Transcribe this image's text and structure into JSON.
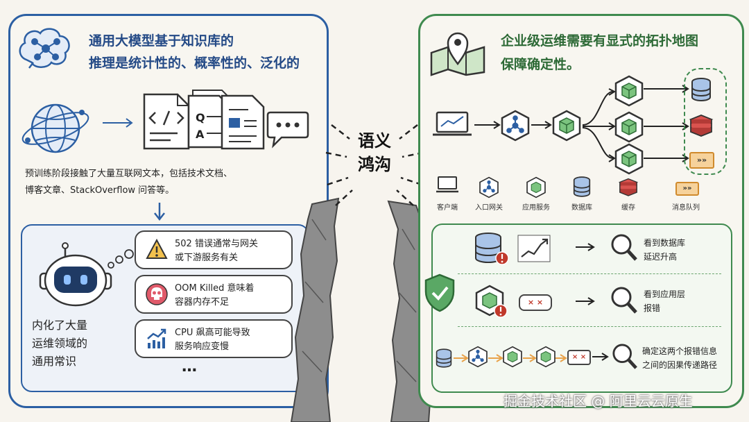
{
  "gap": {
    "title_line1": "语义",
    "title_line2": "鸿沟"
  },
  "left": {
    "title_line1": "通用大模型基于知识库的",
    "title_line2": "推理是统计性的、概率性的、泛化的",
    "pretrain_line1": "预训练阶段接触了大量互联网文本，包括技术文档、",
    "pretrain_line2": "博客文章、StackOverflow 问答等。",
    "doc_q": "Q",
    "doc_a": "A",
    "knowledge_line1": "内化了大量",
    "knowledge_line2": "运维领域的",
    "knowledge_line3": "通用常识",
    "bubbles": [
      {
        "line1": "502 错误通常与网关",
        "line2": "或下游服务有关"
      },
      {
        "line1": "OOM Killed 意味着",
        "line2": "容器内存不足"
      },
      {
        "line1": "CPU 飙高可能导致",
        "line2": "服务响应变慢"
      }
    ],
    "ellipsis": "…"
  },
  "right": {
    "title_line1": "企业级运维需要有显式的拓扑地图",
    "title_line2": "保障确定性。",
    "legend": [
      "客户端",
      "入口网关",
      "应用服务",
      "数据库",
      "缓存",
      "消息队列"
    ],
    "mq_glyph": "»»",
    "error_glyph": "× ×",
    "cases": [
      {
        "line1": "看到数据库",
        "line2": "延迟升高"
      },
      {
        "line1": "看到应用层",
        "line2": "报错"
      },
      {
        "line1": "确定这两个报错信息",
        "line2": "之间的因果传递路径"
      }
    ]
  },
  "watermark": "掘金技术社区 @ 阿里云云原生",
  "colors": {
    "blue": "#2c5fa3",
    "green": "#3f8a4f",
    "orange": "#e8a24a",
    "red": "#c0392b"
  }
}
